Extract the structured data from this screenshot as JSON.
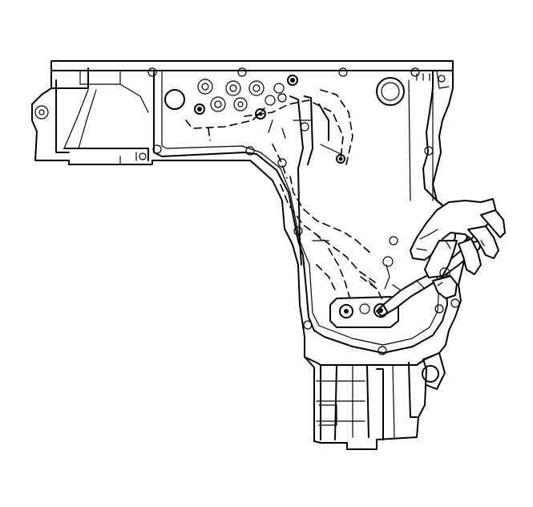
{
  "figure": {
    "ink_color": "#000000",
    "background_color": "#ffffff",
    "subject": "transmission-case-valve-body-area",
    "components": [
      "case-outline",
      "gasket-sealing-surface",
      "bolt-holes",
      "fluid-passage-bores",
      "hidden-passages-dashed",
      "lower-extension-housing",
      "technician-hand",
      "hand-tool"
    ]
  }
}
